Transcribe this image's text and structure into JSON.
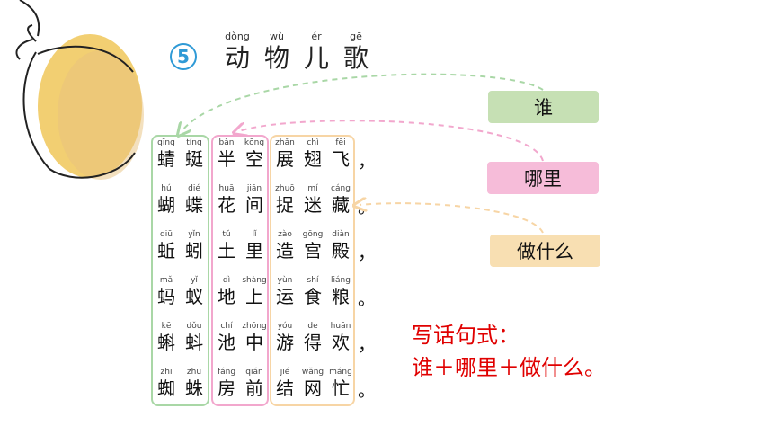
{
  "lesson": {
    "number": "5",
    "title": [
      {
        "pinyin": "dòng",
        "char": "动"
      },
      {
        "pinyin": "wù",
        "char": "物"
      },
      {
        "pinyin": "ér",
        "char": "儿"
      },
      {
        "pinyin": "gē",
        "char": "歌"
      }
    ]
  },
  "poem": [
    {
      "cells": [
        {
          "pinyin": "qīng",
          "char": "蜻"
        },
        {
          "pinyin": "tíng",
          "char": "蜓"
        },
        {
          "pinyin": "bàn",
          "char": "半"
        },
        {
          "pinyin": "kōng",
          "char": "空"
        },
        {
          "pinyin": "zhǎn",
          "char": "展"
        },
        {
          "pinyin": "chì",
          "char": "翅"
        },
        {
          "pinyin": "fēi",
          "char": "飞"
        }
      ],
      "punct": "，"
    },
    {
      "cells": [
        {
          "pinyin": "hú",
          "char": "蝴"
        },
        {
          "pinyin": "dié",
          "char": "蝶"
        },
        {
          "pinyin": "huā",
          "char": "花"
        },
        {
          "pinyin": "jiān",
          "char": "间"
        },
        {
          "pinyin": "zhuō",
          "char": "捉"
        },
        {
          "pinyin": "mí",
          "char": "迷"
        },
        {
          "pinyin": "cáng",
          "char": "藏"
        }
      ],
      "punct": "。"
    },
    {
      "cells": [
        {
          "pinyin": "qiū",
          "char": "蚯"
        },
        {
          "pinyin": "yǐn",
          "char": "蚓"
        },
        {
          "pinyin": "tǔ",
          "char": "土"
        },
        {
          "pinyin": "lǐ",
          "char": "里"
        },
        {
          "pinyin": "zào",
          "char": "造"
        },
        {
          "pinyin": "gōng",
          "char": "宫"
        },
        {
          "pinyin": "diàn",
          "char": "殿"
        }
      ],
      "punct": "，"
    },
    {
      "cells": [
        {
          "pinyin": "mǎ",
          "char": "蚂"
        },
        {
          "pinyin": "yǐ",
          "char": "蚁"
        },
        {
          "pinyin": "dì",
          "char": "地"
        },
        {
          "pinyin": "shàng",
          "char": "上"
        },
        {
          "pinyin": "yùn",
          "char": "运"
        },
        {
          "pinyin": "shí",
          "char": "食"
        },
        {
          "pinyin": "liáng",
          "char": "粮"
        }
      ],
      "punct": "。"
    },
    {
      "cells": [
        {
          "pinyin": "kē",
          "char": "蝌"
        },
        {
          "pinyin": "dǒu",
          "char": "蚪"
        },
        {
          "pinyin": "chí",
          "char": "池"
        },
        {
          "pinyin": "zhōng",
          "char": "中"
        },
        {
          "pinyin": "yóu",
          "char": "游"
        },
        {
          "pinyin": "de",
          "char": "得"
        },
        {
          "pinyin": "huān",
          "char": "欢"
        }
      ],
      "punct": "，"
    },
    {
      "cells": [
        {
          "pinyin": "zhī",
          "char": "蜘"
        },
        {
          "pinyin": "zhū",
          "char": "蛛"
        },
        {
          "pinyin": "fáng",
          "char": "房"
        },
        {
          "pinyin": "qián",
          "char": "前"
        },
        {
          "pinyin": "jié",
          "char": "结"
        },
        {
          "pinyin": "wǎng",
          "char": "网"
        },
        {
          "pinyin": "máng",
          "char": "忙"
        }
      ],
      "punct": "。"
    }
  ],
  "tags": {
    "who": "谁",
    "where": "哪里",
    "what": "做什么"
  },
  "pattern": {
    "line1": "写话句式：",
    "line2": "谁＋哪里＋做什么。"
  },
  "colors": {
    "who": "#c6e0b4",
    "where": "#f6bcd9",
    "what": "#f8dfb2",
    "pattern_text": "#e00000",
    "lesson_circle": "#2f9ad6"
  }
}
